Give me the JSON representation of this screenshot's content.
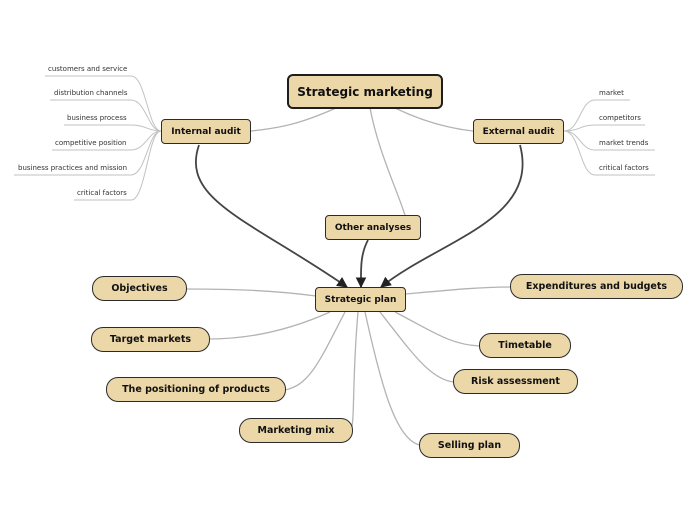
{
  "central": {
    "label": "Strategic marketing"
  },
  "internal_audit": {
    "label": "Internal audit",
    "items": [
      "customers and service",
      "distribution channels",
      "business process",
      "competitive position",
      "business practices and mission",
      "critical factors"
    ]
  },
  "external_audit": {
    "label": "External audit",
    "items": [
      "market",
      "competitors",
      "market trends",
      "critical factors"
    ]
  },
  "other_analyses": {
    "label": "Other analyses"
  },
  "strategic_plan": {
    "label": "Strategic plan",
    "left": [
      "Objectives",
      "Target markets",
      "The positioning of products",
      "Marketing mix"
    ],
    "right": [
      "Expenditures and budgets",
      "Timetable",
      "Risk assessment",
      "Selling plan"
    ]
  },
  "colors": {
    "node_fill": "#ecd7a9",
    "border": "#2b2b2b",
    "thin_link": "#b3b3b3",
    "thick_link": "#444444"
  }
}
